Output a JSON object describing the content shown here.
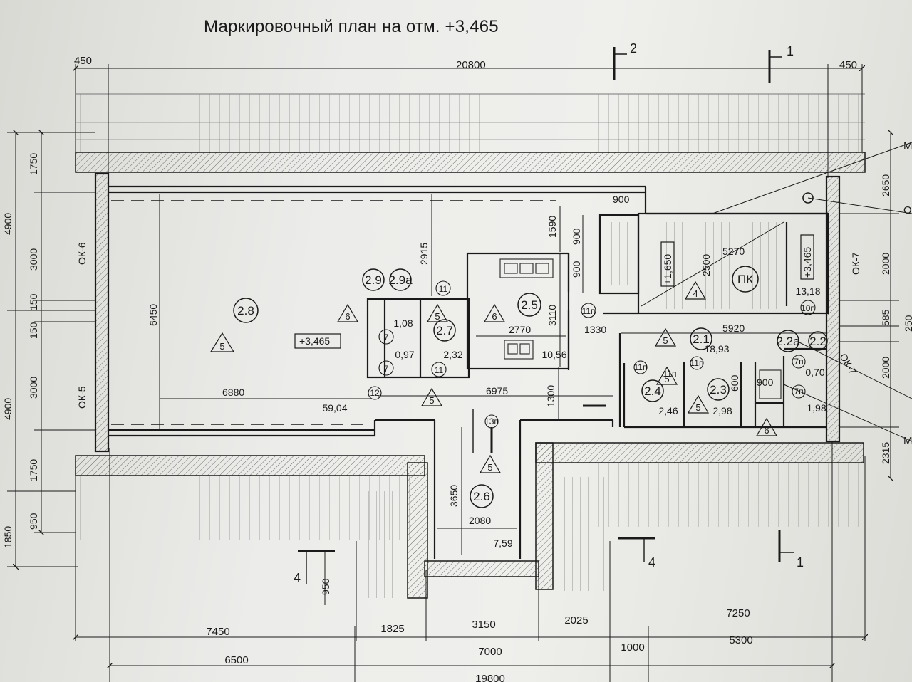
{
  "title": "Маркировочный план на отм. +3,465",
  "colors": {
    "paper": "#ececea",
    "ink": "#1a1a1a",
    "hatch": "#8a8a86",
    "wall": "#cfcfca"
  },
  "dims_top": {
    "left": "450",
    "overall": "20800",
    "right": "450"
  },
  "section_marks": {
    "s2_top": "2",
    "s1_top": "1",
    "s4_left": "4",
    "s4_mid": "4",
    "s1_bottom": "1"
  },
  "dims_left": {
    "a": "1750",
    "b": "3000",
    "c": "150",
    "d": "150",
    "e": "3000",
    "f": "1750",
    "g": "950",
    "h": "4900",
    "i": "4900",
    "j": "1850"
  },
  "dims_right": {
    "a": "2650",
    "b": "2000",
    "c": "585",
    "d": "250",
    "e": "2000",
    "f": "2315"
  },
  "windows": {
    "ok6": "ОК-6",
    "ok5": "ОК-5",
    "ok7_top": "ОК-7",
    "ok7_bottom": "ОК-7"
  },
  "rooms": {
    "r28": "2.8",
    "r29": "2.9",
    "r29a": "2.9a",
    "r27": "2.7",
    "r25": "2.5",
    "r21": "2.1",
    "r22a": "2.2a",
    "r22": "2.2",
    "r24": "2.4",
    "r23": "2.3",
    "r26": "2.6",
    "pk": "ПК"
  },
  "areas": {
    "a5904": "59,04",
    "a108": "1,08",
    "a097": "0,97",
    "a232": "2,32",
    "a1056": "10,56",
    "a1893": "18,93",
    "a1318": "13,18",
    "a070": "0,70",
    "a198": "1,98",
    "a246": "2,46",
    "a298": "2,98",
    "a759": "7,59"
  },
  "levels": {
    "main": "+3,465",
    "stair_low": "+1,650",
    "stair_high": "+3,465"
  },
  "tags": {
    "t11a": "11",
    "t11b": "11",
    "t11c": "11п",
    "t11d": "11п",
    "t11e": "11п",
    "t11f": "11п",
    "t7a": "7",
    "t7b": "7",
    "t7c": "7п",
    "t7d": "7п",
    "t12": "12",
    "t13": "13п",
    "t10": "10п"
  },
  "finish_marks": {
    "f5_big": "5",
    "f6_29": "6",
    "f5_27": "5",
    "f6_25": "6",
    "f5_21": "5",
    "f4_pk": "4",
    "f5_24": "5",
    "f5_23": "5",
    "f5_corr": "5",
    "f5_26": "5",
    "f6_22": "6"
  },
  "inner_dims": {
    "d6450": "6450",
    "d2915": "2915",
    "d1590": "1590",
    "d900a": "900",
    "d900b": "900",
    "d900c": "900",
    "d3110": "3110",
    "d2770": "2770",
    "d1330": "1330",
    "d5270": "5270",
    "d2500": "2500",
    "d5920": "5920",
    "d6880": "6880",
    "d6975": "6975",
    "d1300": "1300",
    "d3650": "3650",
    "d2080": "2080",
    "d950": "950",
    "d900d": "900",
    "d600": "600"
  },
  "dims_bottom": {
    "r1a": "7450",
    "r1b": "1825",
    "r1c": "3150",
    "r1d": "2025",
    "r1e": "7250",
    "r2a": "6500",
    "r2b": "7000",
    "r2c": "1000",
    "r2d": "5300",
    "r3": "19800"
  },
  "callouts": {
    "c1": "М",
    "c2": "О",
    "c3": "М"
  }
}
